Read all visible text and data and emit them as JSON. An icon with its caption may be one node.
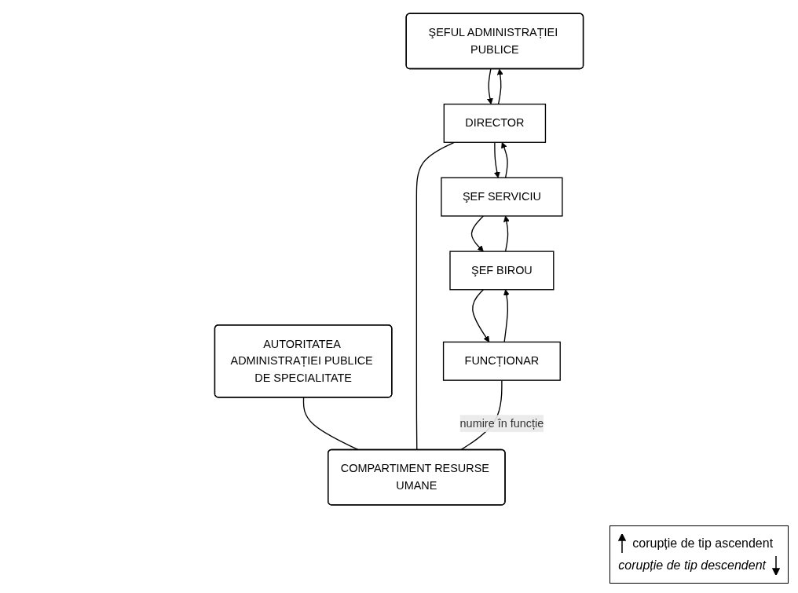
{
  "diagram": {
    "nodes": [
      {
        "text": [
          "ŞEFUL ADMINISTRAȚIEI PUBLICE"
        ]
      },
      {
        "text": [
          "AUTORITATEA ADMINISTRAȚIEI PUBLICE DE SPECIALITATE"
        ]
      },
      {
        "text": [
          "DIRECTOR"
        ]
      },
      {
        "text": [
          "COMPARTIMENT RESURSE UMANE"
        ]
      },
      {
        "text": [
          "ŞEF SERVICIU"
        ]
      },
      {
        "text": [
          "ŞEF BIROU"
        ]
      },
      {
        "text": [
          "FUNCȚIONAR"
        ]
      }
    ],
    "edges": [
      {
        "from": 0,
        "to": 2,
        "arrow": "to"
      },
      {
        "from": 2,
        "to": 0,
        "arrow": "to"
      },
      {
        "from": 2,
        "to": 4,
        "arrow": "to"
      },
      {
        "from": 4,
        "to": 2,
        "arrow": "to"
      },
      {
        "from": 4,
        "to": 5,
        "arrow": "to"
      },
      {
        "from": 5,
        "to": 4,
        "arrow": "to"
      },
      {
        "from": 5,
        "to": 6,
        "arrow": "to"
      },
      {
        "from": 6,
        "to": 5,
        "arrow": "to"
      },
      {
        "from": 1,
        "to": 3,
        "arrow": "none"
      },
      {
        "from": 2,
        "to": 3,
        "arrow": "none"
      },
      {
        "from": 6,
        "to": 3,
        "arrow": "none",
        "label": "numire în funcție"
      }
    ],
    "legend": [
      {
        "text": "corupție de tip ascendent"
      },
      {
        "text": "corupție de tip descendent"
      }
    ]
  }
}
